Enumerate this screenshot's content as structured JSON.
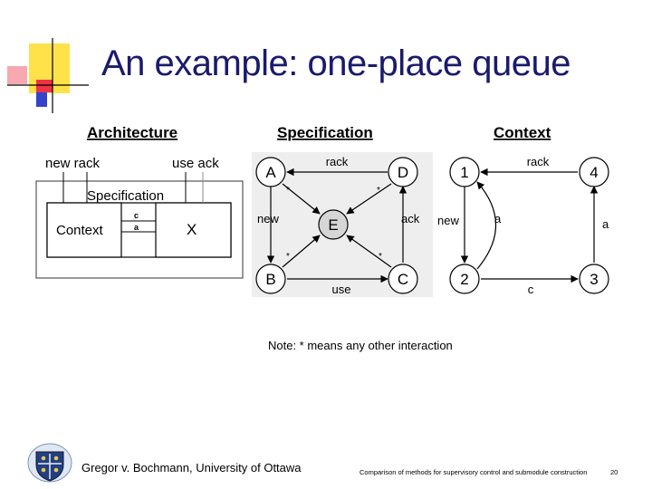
{
  "title": "An example: one-place queue",
  "architecture": {
    "heading": "Architecture",
    "new_rack": "new rack",
    "use_ack": "use ack",
    "spec_label": "Specification",
    "c_label": "c",
    "a_label": "a",
    "context_label": "Context",
    "x_label": "X"
  },
  "specification": {
    "heading": "Specification",
    "states": [
      "A",
      "B",
      "C",
      "D",
      "E"
    ],
    "rack": "rack",
    "new": "new",
    "ack": "ack",
    "use": "use",
    "star": "*"
  },
  "context": {
    "heading": "Context",
    "states": [
      "1",
      "2",
      "3",
      "4"
    ],
    "rack": "rack",
    "new": "new",
    "a_left": "a",
    "a_right": "a",
    "c": "c"
  },
  "note": "Note: * means any other interaction",
  "author": "Gregor v. Bochmann, University of Ottawa",
  "footer_text": "Comparison of methods for supervisory control and submodule construction",
  "page_number": "20",
  "colors": {
    "title": "#1a1a6e",
    "deco_yellow": "#ffe24a",
    "deco_red": "#ee3344",
    "deco_blue": "#3344cc",
    "deco_pink": "#f7a8b0"
  }
}
